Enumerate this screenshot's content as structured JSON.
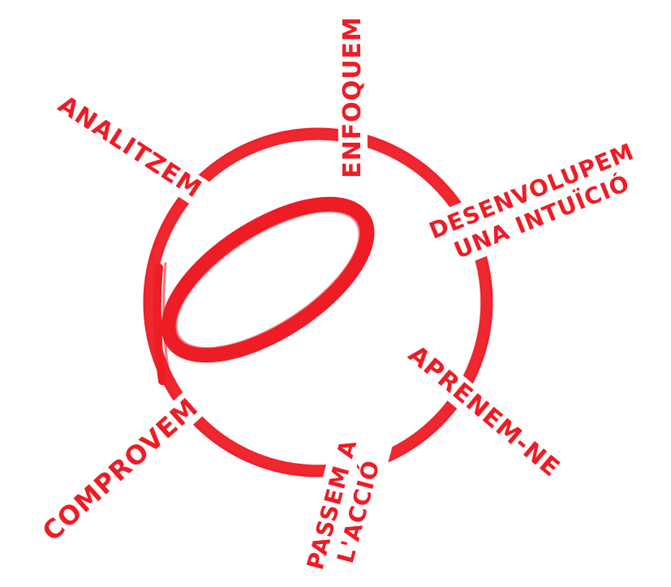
{
  "diagram": {
    "accent_color": "#ee1c25",
    "background_color": "#ffffff",
    "labels": {
      "enfoquem": "ENFOQUEM",
      "desenvolupem_line1": "DESENVOLUPEM",
      "desenvolupem_line2": "UNA INTUÏCIÓ",
      "aprenem": "APRENEM-NE",
      "passem_line1": "PASSEM A",
      "passem_line2": "L'ACCIÓ",
      "comprovem": "COMPROVEM",
      "analitzem": "ANALITZEM"
    }
  }
}
